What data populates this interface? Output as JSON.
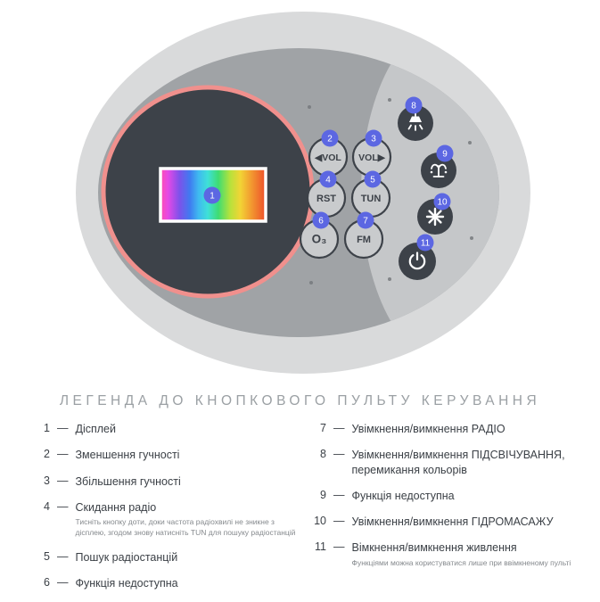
{
  "title": "ЛЕГЕНДА ДО КНОПКОВОГО ПУЛЬТУ КЕРУВАННЯ",
  "device": {
    "display_callout": "1",
    "buttons": [
      {
        "num": "2",
        "label": "◀VOL"
      },
      {
        "num": "3",
        "label": "VOL▶"
      },
      {
        "num": "4",
        "label": "RST"
      },
      {
        "num": "5",
        "label": "TUN"
      },
      {
        "num": "6",
        "label": "O₃"
      },
      {
        "num": "7",
        "label": "FM"
      }
    ],
    "icon_buttons": [
      {
        "num": "8",
        "icon": "lamp-icon"
      },
      {
        "num": "9",
        "icon": "fountain-icon"
      },
      {
        "num": "10",
        "icon": "fan-icon"
      },
      {
        "num": "11",
        "icon": "power-icon"
      }
    ],
    "colors": {
      "callout": "#5c67e2",
      "ring": "#f0908d",
      "panel_dark": "#3d4249"
    }
  },
  "legend": {
    "dash": "—",
    "left": [
      {
        "num": "1",
        "label": "Дісплей"
      },
      {
        "num": "2",
        "label": "Зменшення гучності"
      },
      {
        "num": "3",
        "label": "Збільшення гучності"
      },
      {
        "num": "4",
        "label": "Скидання радіо",
        "note": "Тисніть кнопку доти, доки частота радіохвилі не зникне з дісплею, згодом знову натисніть TUN для пошуку радіостанцій"
      },
      {
        "num": "5",
        "label": "Пошук радіостанцій"
      },
      {
        "num": "6",
        "label": "Функція недоступна"
      }
    ],
    "right": [
      {
        "num": "7",
        "label": "Увімкнення/вимкнення РАДІО"
      },
      {
        "num": "8",
        "label": "Увімкнення/вимкнення ПІДСВІЧУВАННЯ, перемикання кольорів"
      },
      {
        "num": "9",
        "label": "Функція недоступна"
      },
      {
        "num": "10",
        "label": "Увімкнення/вимкнення ГІДРОМАСАЖУ"
      },
      {
        "num": "11",
        "label": "Вімкнення/вимкнення живлення",
        "note": "Функціями можна користуватися лише при ввімкненому пульті"
      }
    ]
  }
}
